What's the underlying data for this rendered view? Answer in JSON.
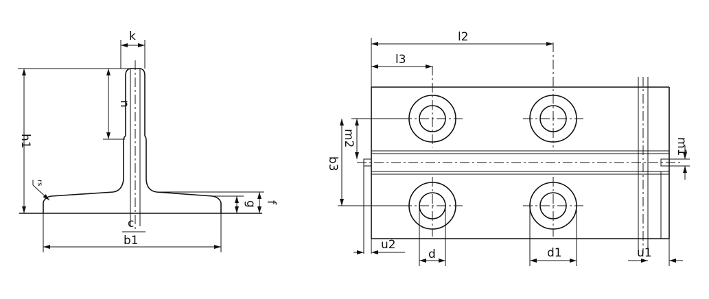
{
  "labels": {
    "k": "k",
    "n": "n",
    "h1": "h1",
    "rs": "rs",
    "g": "g",
    "f": "f",
    "c": "c",
    "b1": "b1",
    "l2": "l2",
    "l3": "l3",
    "m2": "m2",
    "b3": "b3",
    "m1": "m1",
    "u2": "u2",
    "d": "d",
    "d1": "d1",
    "u1": "u1"
  }
}
